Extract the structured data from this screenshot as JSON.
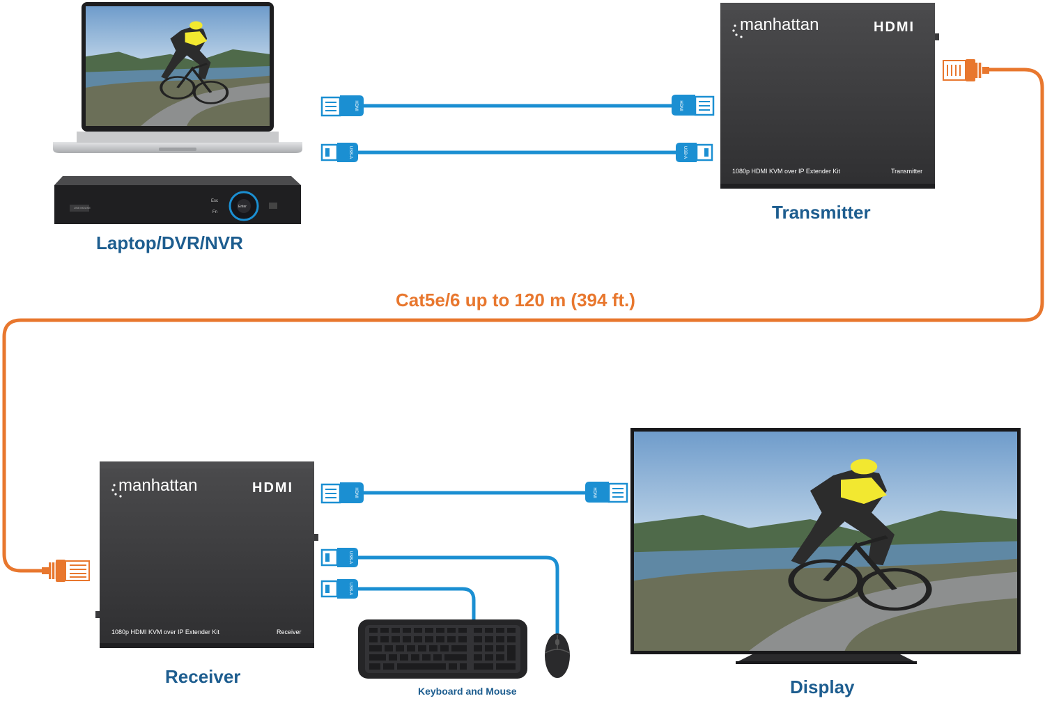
{
  "colors": {
    "hdmi_cable": "#1b8fd2",
    "usb_cable": "#1b8fd2",
    "ethernet_cable": "#e8772e",
    "caption": "#1d5d8f",
    "device_body": "#2f2f31"
  },
  "labels": {
    "source": "Laptop/DVR/NVR",
    "transmitter": "Transmitter",
    "receiver": "Receiver",
    "display": "Display",
    "keyboard_mouse": "Keyboard and Mouse",
    "cable_run": "Cat5e/6 up to 120 m (394 ft.)"
  },
  "transmitter": {
    "brand": "manhattan",
    "hdmi_logo": "HDMI",
    "model": "1080p HDMI KVM over IP Extender Kit",
    "unit": "Transmitter"
  },
  "receiver": {
    "brand": "manhattan",
    "hdmi_logo": "HDMI",
    "model": "1080p HDMI KVM over IP Extender Kit",
    "unit": "Receiver"
  },
  "connectors": {
    "hdmi": "HDMI",
    "usb": "USB-A"
  },
  "dvr": {
    "esc": "Esc",
    "fn": "Fn",
    "enter": "Enter",
    "usb": "USB MOUSE"
  },
  "icons": [
    "laptop-icon",
    "dvr-icon",
    "keyboard-icon",
    "mouse-icon",
    "tv-icon",
    "rj45-plug-icon",
    "hdmi-plug-icon",
    "usb-plug-icon"
  ]
}
